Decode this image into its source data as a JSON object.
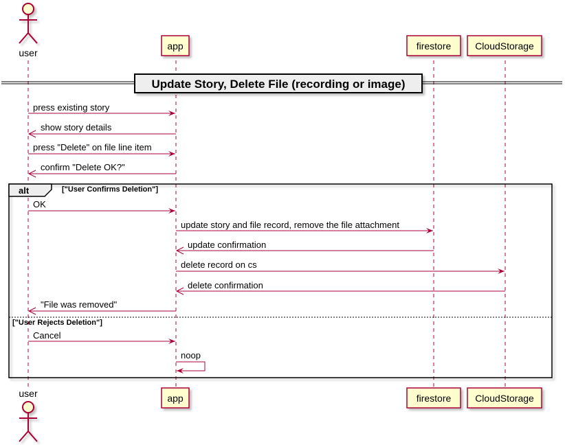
{
  "diagram": {
    "title": "Update Story, Delete File (recording or image)",
    "participants": {
      "user": "user",
      "app": "app",
      "firestore": "firestore",
      "cloudstorage": "CloudStorage"
    },
    "fragment": {
      "operator": "alt",
      "guard_1": "[\"User Confirms Deletion\"]",
      "guard_2": "[\"User Rejects Deletion\"]"
    },
    "messages": [
      {
        "from": "user",
        "to": "app",
        "text": "press existing story"
      },
      {
        "from": "app",
        "to": "user",
        "text": "show story details"
      },
      {
        "from": "user",
        "to": "app",
        "text": "press \"Delete\" on file line item"
      },
      {
        "from": "app",
        "to": "user",
        "text": "confirm \"Delete OK?\""
      },
      {
        "from": "user",
        "to": "app",
        "text": "OK"
      },
      {
        "from": "app",
        "to": "firestore",
        "text": "update story and file record, remove the file attachment"
      },
      {
        "from": "firestore",
        "to": "app",
        "text": "update confirmation"
      },
      {
        "from": "app",
        "to": "cloudstorage",
        "text": "delete record on cs"
      },
      {
        "from": "cloudstorage",
        "to": "app",
        "text": "delete confirmation"
      },
      {
        "from": "app",
        "to": "user",
        "text": "\"File was removed\""
      },
      {
        "from": "user",
        "to": "app",
        "text": "Cancel"
      },
      {
        "from": "app",
        "to": "app",
        "text": "noop"
      }
    ],
    "colors": {
      "arrow": "#a80036",
      "participant_fill": "#fefece",
      "participant_border": "#a80036",
      "title_fill": "#eeeeee"
    }
  }
}
